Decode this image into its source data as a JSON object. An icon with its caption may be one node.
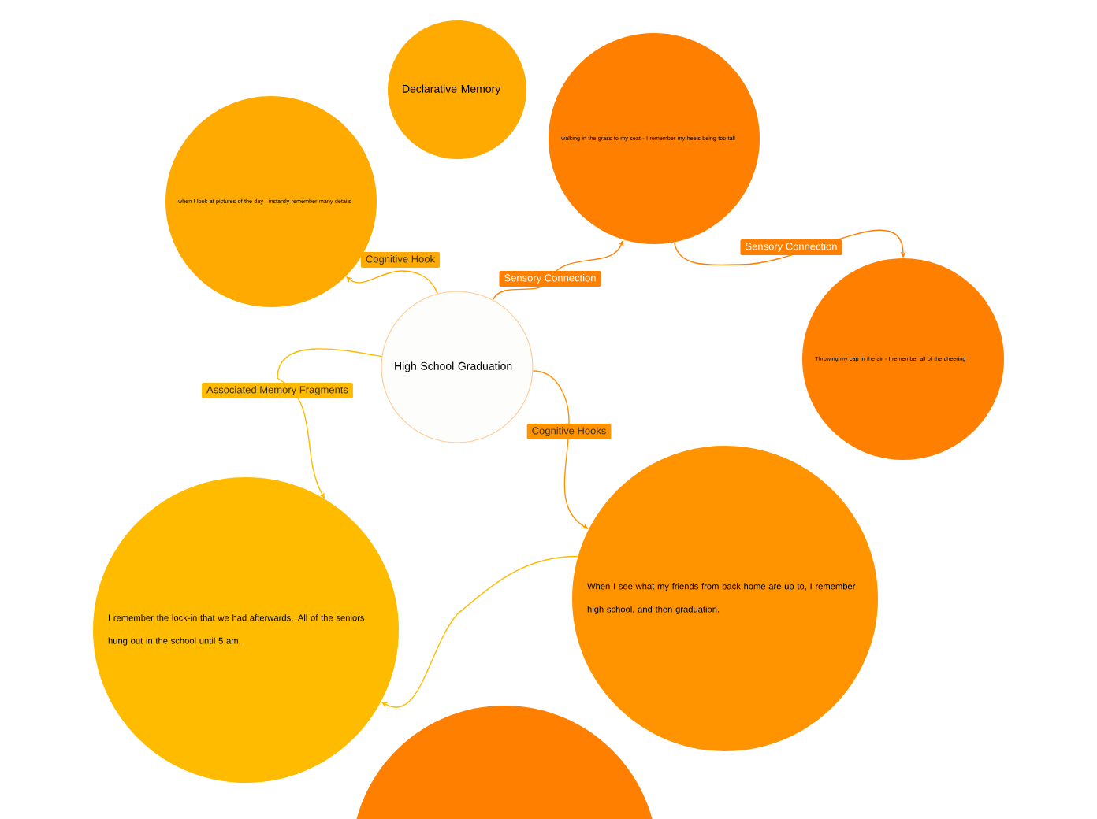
{
  "diagram": {
    "nodes": [
      {
        "text": [
          "Declarative Memory"
        ]
      },
      {
        "text": [
          "when I look at pictures of the day I instantly remember many details"
        ]
      },
      {
        "text": [
          "walking in the grass to my seat - I remember my heels being too tall"
        ]
      },
      {
        "text": [
          "High School Graduation"
        ]
      },
      {
        "text": [
          "Throwing my cap in the air - I remember all of the cheering"
        ]
      },
      {
        "text": [
          "I remember the lock-in that we had afterwards. All of the seniors hung out in the school until 5 am."
        ]
      },
      {
        "text": [
          "When I see what my friends from back home are up to, I remember high school, and then graduation."
        ]
      },
      {
        "text": [],
        "shape": "circle"
      }
    ],
    "edges": [
      {
        "from": 3,
        "to": 1,
        "arrow": "to",
        "label": "Cognitive Hook",
        "color": "#ffaa00"
      },
      {
        "from": 3,
        "to": 2,
        "arrow": "to",
        "label": "Sensory Connection",
        "color": "#ff7f00"
      },
      {
        "from": 2,
        "to": 4,
        "arrow": "to",
        "label": "Sensory Connection",
        "color": "#ff7f00"
      },
      {
        "from": 3,
        "to": 5,
        "arrow": "to",
        "label": "Associated Memory Fragments",
        "color": "#ffbb00"
      },
      {
        "from": 3,
        "to": 6,
        "arrow": "to",
        "label": "Cognitive Hooks",
        "color": "#ff9300"
      },
      {
        "from": 6,
        "to": 5,
        "arrow": "to",
        "color": "#ffbb00"
      }
    ]
  }
}
